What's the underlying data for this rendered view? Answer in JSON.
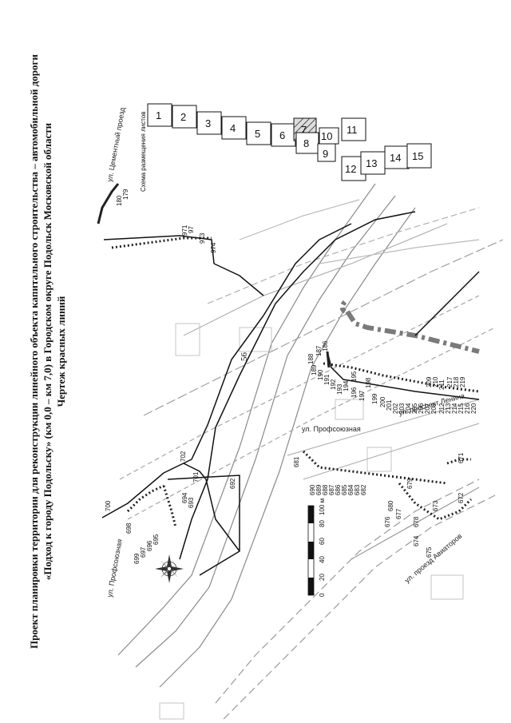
{
  "page_number": "56",
  "title": {
    "line1": "Проект планировки территории для реконструкции линейного объекта капитального строительства – автомобильной дороги",
    "line2": "«Подход к городу Подольску» (км 0,0 – км 7,0) в Городском округе Подольск Московской области",
    "line3": "Чертеж красных линий"
  },
  "scheme": {
    "label": "Схема размещения листов",
    "sheets": [
      "1",
      "2",
      "3",
      "4",
      "5",
      "6",
      "7",
      "8",
      "9",
      "10",
      "11",
      "12",
      "13",
      "14",
      "15"
    ]
  },
  "scale": {
    "ticks": [
      "0",
      "20",
      "40",
      "60",
      "80",
      "100 м"
    ]
  },
  "streets": {
    "cement": "ул. Цементный проезд",
    "profsoyuznaya_top": "ул. Профсоюзная",
    "profsoyuznaya_left": "ул. Профсоюзная",
    "lenina": "ул. проспект Ленина",
    "aviatorov": "ул. проезд Авиаторов"
  },
  "points": {
    "group_179": [
      "180",
      "179"
    ],
    "group_971": [
      "971",
      "97",
      "973",
      "974"
    ],
    "group_186": [
      "188",
      "187",
      "186",
      "189",
      "190",
      "191",
      "192",
      "193",
      "194",
      "195",
      "196",
      "197",
      "198",
      "199",
      "200",
      "201",
      "202",
      "203",
      "204",
      "205",
      "206",
      "207",
      "208",
      "209",
      "210",
      "211",
      "212",
      "213",
      "214",
      "215",
      "216",
      "217",
      "218",
      "219",
      "220"
    ],
    "group_680": [
      "681",
      "690",
      "689",
      "688",
      "687",
      "686",
      "685",
      "684",
      "683",
      "682"
    ],
    "group_694": [
      "702",
      "701",
      "692",
      "693",
      "694",
      "700",
      "698",
      "699",
      "697",
      "696",
      "695"
    ],
    "group_670": [
      "679",
      "680",
      "677",
      "676",
      "678",
      "674",
      "673",
      "675",
      "672",
      "671"
    ]
  },
  "colors": {
    "red_line": "#111111",
    "road": "#8a8a8a",
    "dashed": "#9a9a9a",
    "gray_line": "#7a7a7a"
  }
}
